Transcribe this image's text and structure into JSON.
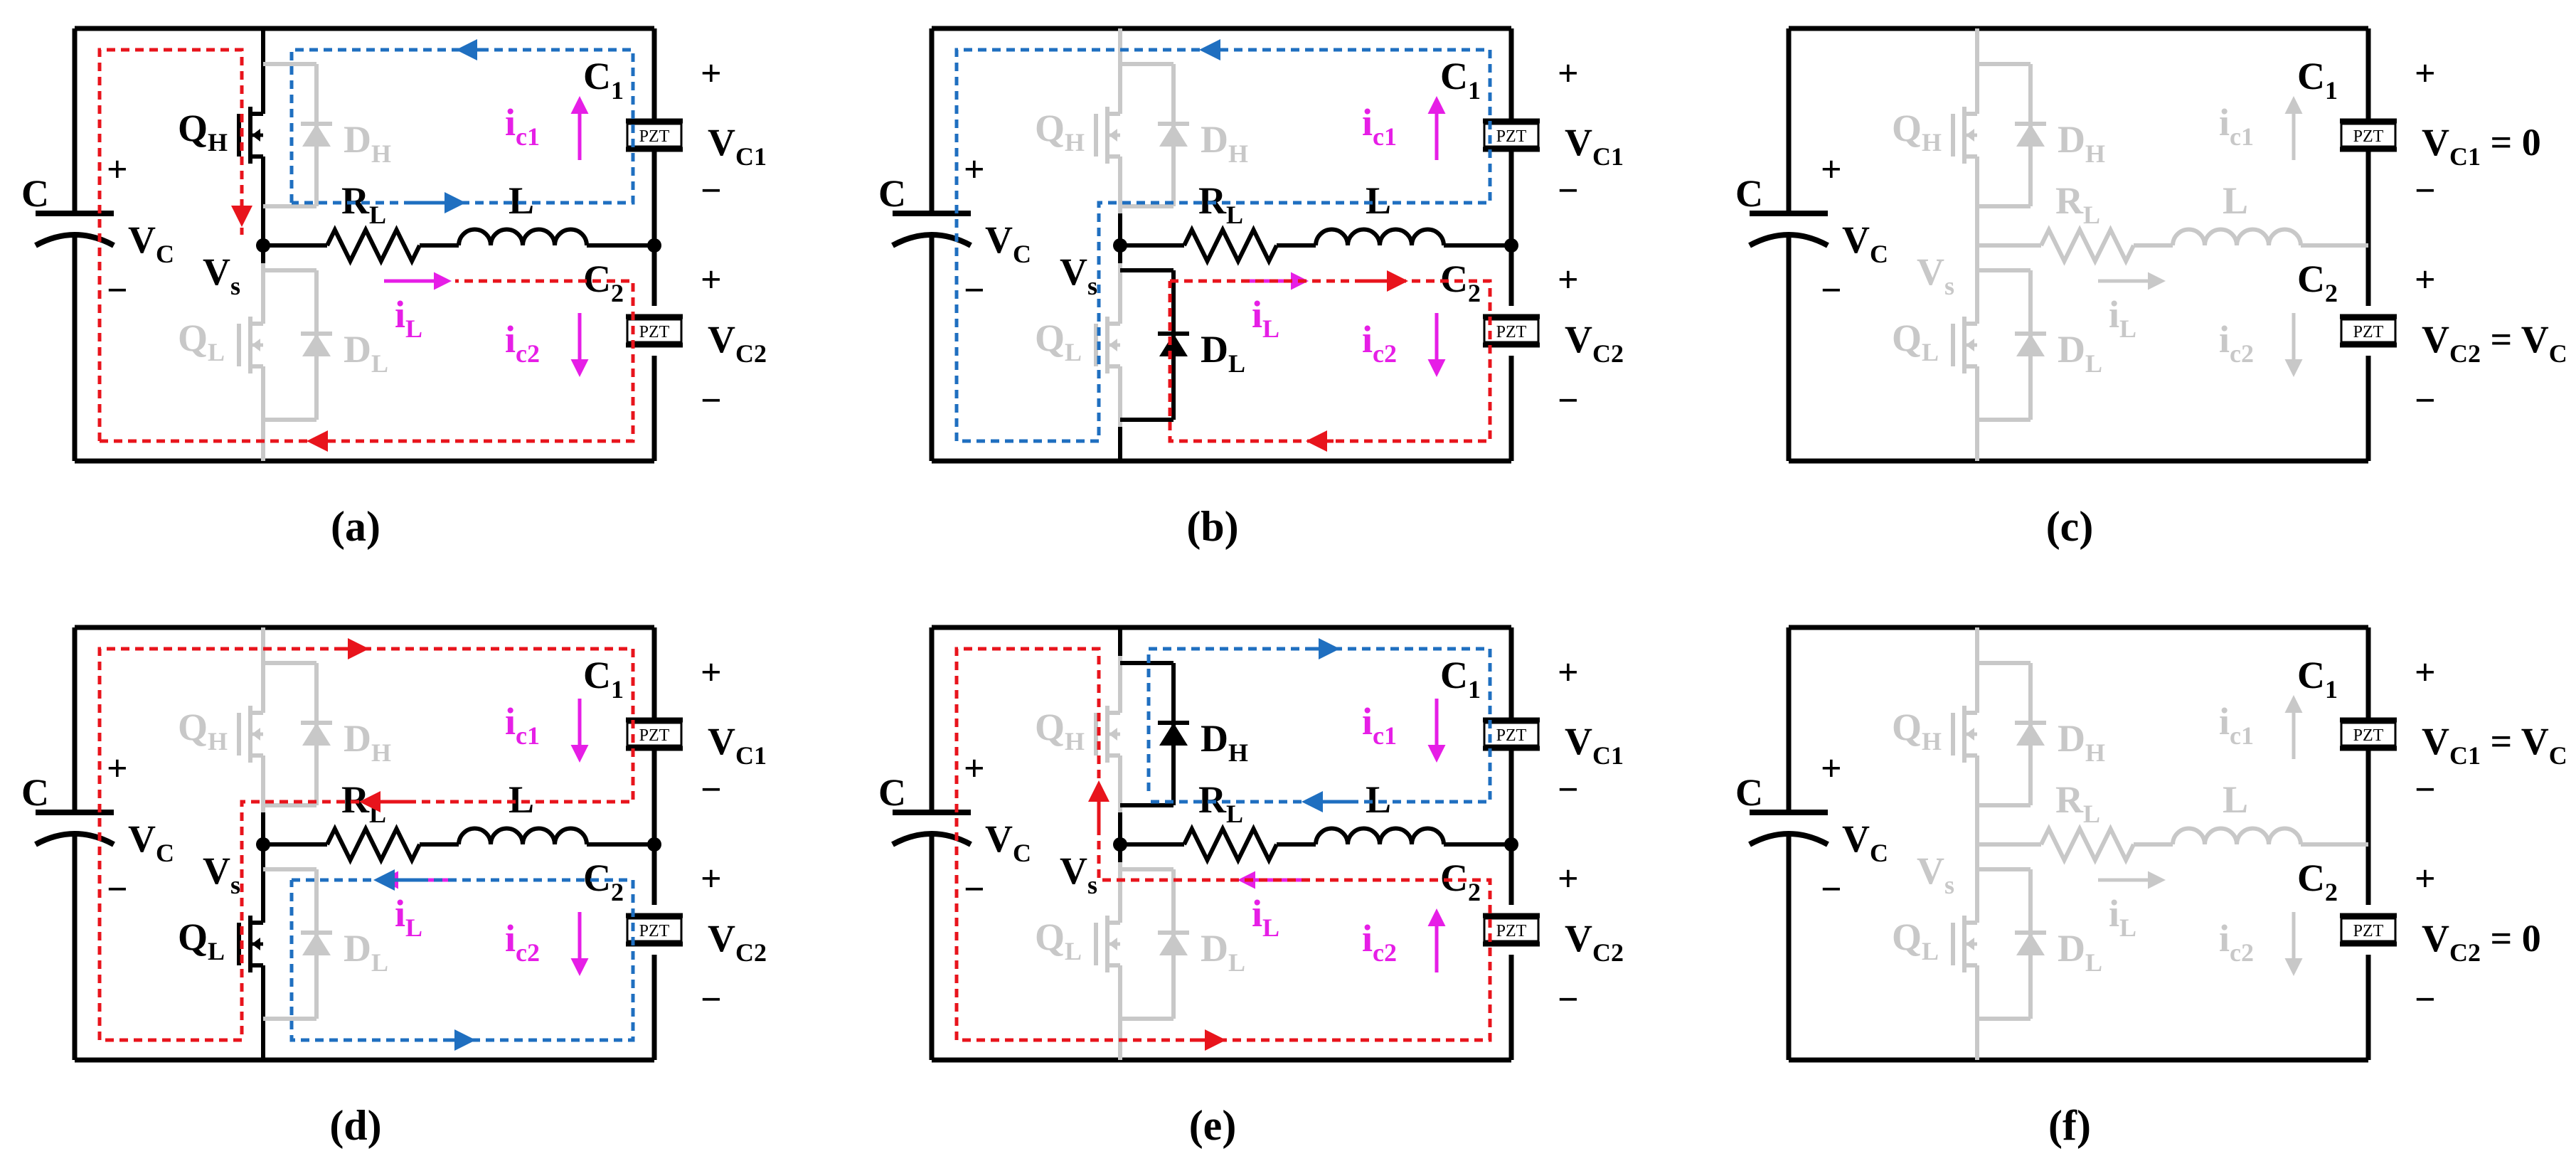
{
  "diagram": {
    "labels": {
      "cap_main": "C",
      "v_main": "V",
      "v_main_sub": "C",
      "qh": "Q",
      "qh_sub": "H",
      "dh": "D",
      "dh_sub": "H",
      "ql": "Q",
      "ql_sub": "L",
      "dl": "D",
      "dl_sub": "L",
      "rl": "R",
      "rl_sub": "L",
      "l": "L",
      "vs": "V",
      "vs_sub": "s",
      "c1": "C",
      "c1_sub": "1",
      "c2": "C",
      "c2_sub": "2",
      "vc1": "V",
      "vc1_sub": "C1",
      "vc2": "V",
      "vc2_sub": "C2",
      "ic1": "i",
      "ic1_sub": "c1",
      "ic2": "i",
      "ic2_sub": "c2",
      "il": "i",
      "il_sub": "L",
      "pzt": "PZT",
      "plus": "+",
      "minus": "−"
    },
    "panels": [
      {
        "id": "a",
        "caption": "(a)",
        "vc1_suffix": "",
        "vc2_suffix": ""
      },
      {
        "id": "b",
        "caption": "(b)",
        "vc1_suffix": "",
        "vc2_suffix": ""
      },
      {
        "id": "c",
        "caption": "(c)",
        "vc1_suffix": " = 0",
        "vc2_suffix": " = V",
        "vc2_suffix_sub": "C"
      },
      {
        "id": "d",
        "caption": "(d)",
        "vc1_suffix": "",
        "vc2_suffix": ""
      },
      {
        "id": "e",
        "caption": "(e)",
        "vc1_suffix": "",
        "vc2_suffix": ""
      },
      {
        "id": "f",
        "caption": "(f)",
        "vc1_suffix": " = V",
        "vc1_suffix_sub": "C",
        "vc2_suffix": " = 0"
      }
    ],
    "colors": {
      "wire": "#000000",
      "faded": "#c8c8c8",
      "red_loop": "#e8141c",
      "blue_loop": "#1f6fc0",
      "current": "#e61ee6"
    }
  }
}
